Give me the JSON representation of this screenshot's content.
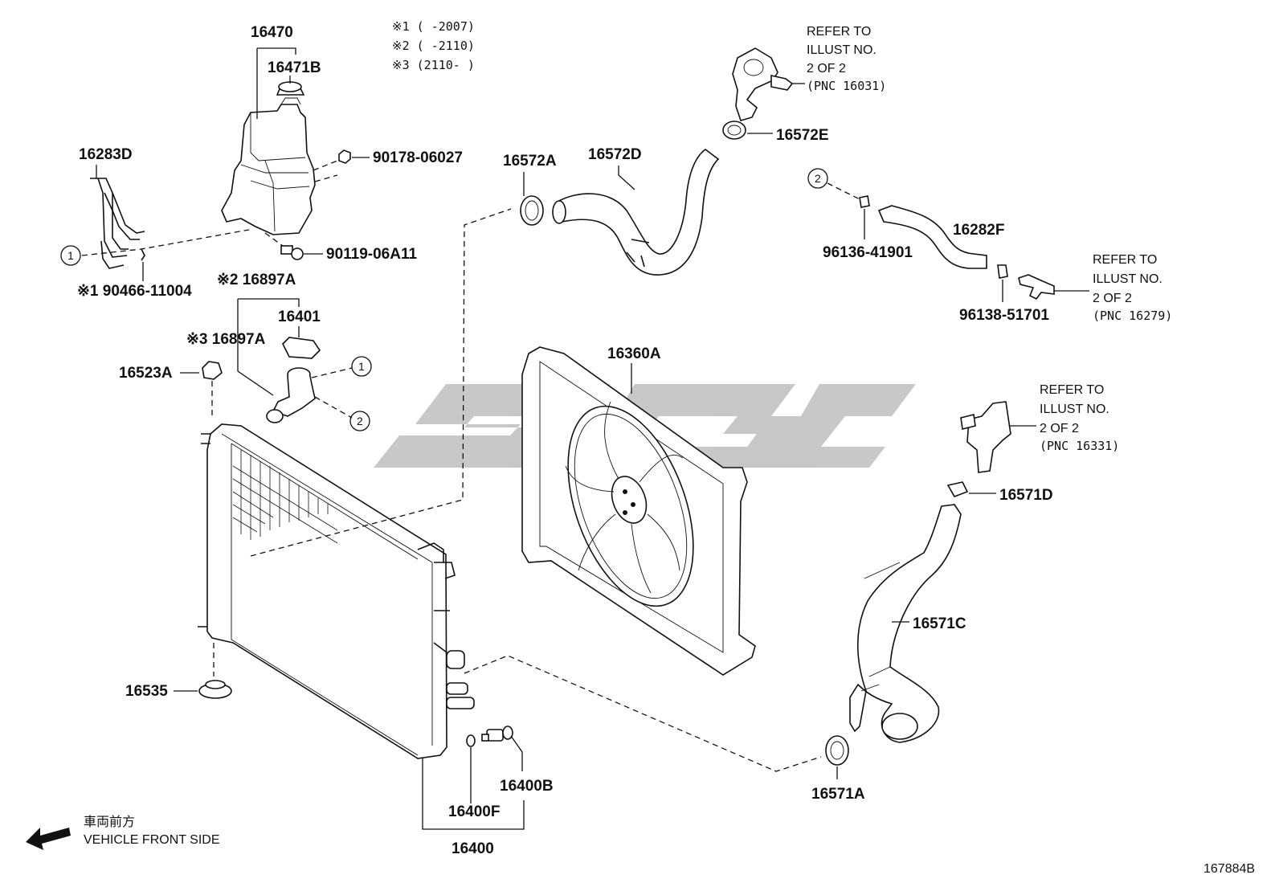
{
  "watermark": "SGC",
  "notes": {
    "n1": "※1 (      -2007)",
    "n2": "※2 (      -2110)",
    "n3": "※3 (2110-      )"
  },
  "parts": {
    "p16470": "16470",
    "p16471B": "16471B",
    "p16283D": "16283D",
    "p90178": "90178-06027",
    "p90119": "90119-06A11",
    "p90466": "※1 90466-11004",
    "p16897A_2": "※2 16897A",
    "p16897A_3": "※3 16897A",
    "p16401": "16401",
    "p16523A": "16523A",
    "p16535": "16535",
    "p16572A": "16572A",
    "p16572D": "16572D",
    "p16572E": "16572E",
    "p16360A": "16360A",
    "p96136": "96136-41901",
    "p16282F": "16282F",
    "p96138": "96138-51701",
    "p16571D": "16571D",
    "p16571C": "16571C",
    "p16571A": "16571A",
    "p16400B": "16400B",
    "p16400F": "16400F",
    "p16400": "16400"
  },
  "refs": [
    {
      "l1": "REFER TO",
      "l2": "ILLUST NO.",
      "l3": "2 OF 2",
      "l4": "(PNC 16031)"
    },
    {
      "l1": "REFER TO",
      "l2": "ILLUST NO.",
      "l3": "2 OF 2",
      "l4": "(PNC 16279)"
    },
    {
      "l1": "REFER TO",
      "l2": "ILLUST NO.",
      "l3": "2 OF 2",
      "l4": "(PNC 16331)"
    }
  ],
  "circles": {
    "c1": "1",
    "c2": "2"
  },
  "front": {
    "jp": "車両前方",
    "en": "VEHICLE FRONT SIDE"
  },
  "illust_no": "167884B"
}
